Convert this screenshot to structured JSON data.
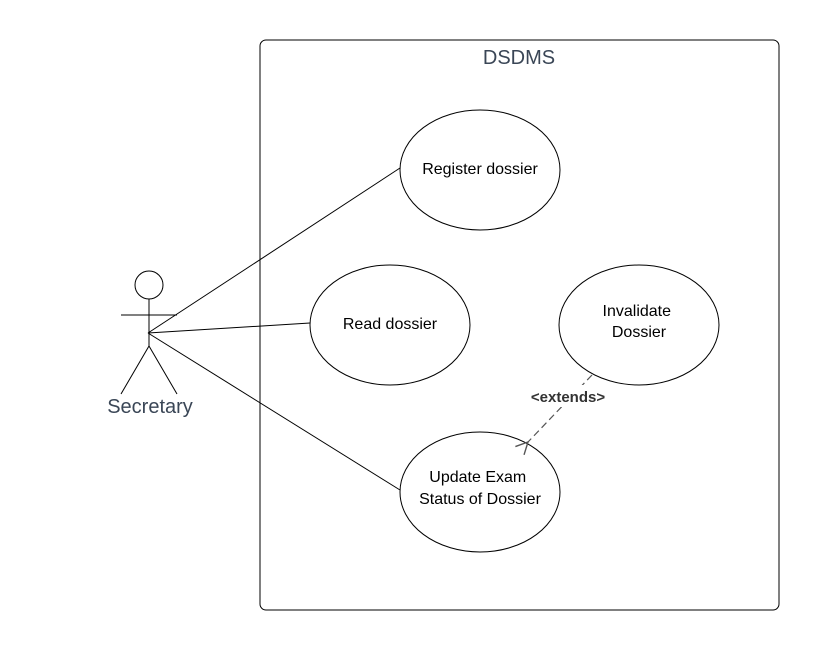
{
  "system": {
    "title": "DSDMS"
  },
  "actor": {
    "name": "Secretary"
  },
  "use_cases": {
    "register": {
      "lines": [
        "Register dossier"
      ]
    },
    "read": {
      "lines": [
        "Read dossier"
      ]
    },
    "invalidate": {
      "lines": [
        "Invalidate",
        "Dossier"
      ]
    },
    "update": {
      "lines": [
        "Update Exam",
        "Status of Dossier"
      ]
    }
  },
  "relationships": {
    "extend_label": "<extends>"
  },
  "colors": {
    "stroke": "#000000",
    "title_text": "#3a4656",
    "dashed": "#555555"
  }
}
